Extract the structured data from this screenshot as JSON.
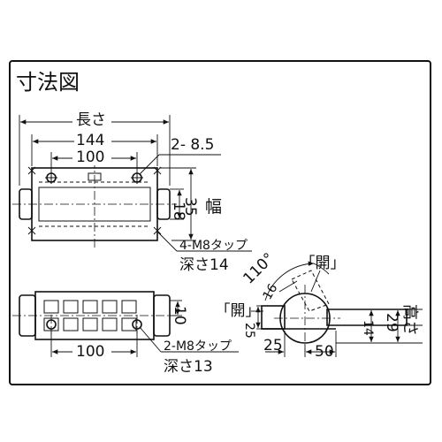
{
  "title": "寸法図",
  "top_view": {
    "length_label": "長さ",
    "dim_144": "144",
    "dim_100": "100",
    "hole_label": "2- 8.5",
    "dim_35": "35",
    "dim_18": "18",
    "width_label": "幅",
    "tap_label": "4-M8タップ",
    "depth_label": "深さ14"
  },
  "front_view": {
    "dim_10": "10",
    "dim_100": "100",
    "tap_label": "2-M8タップ",
    "depth_label": "深さ13"
  },
  "side_view": {
    "angle_label": "110°",
    "open_label_top": "｢開｣",
    "open_label_left": "｢開｣",
    "dim_16": "16",
    "dim_25_left": "25",
    "dim_14": "14",
    "dim_29": "29",
    "height_label": "高さ",
    "dim_25_bottom": "25",
    "dim_50": "50"
  }
}
